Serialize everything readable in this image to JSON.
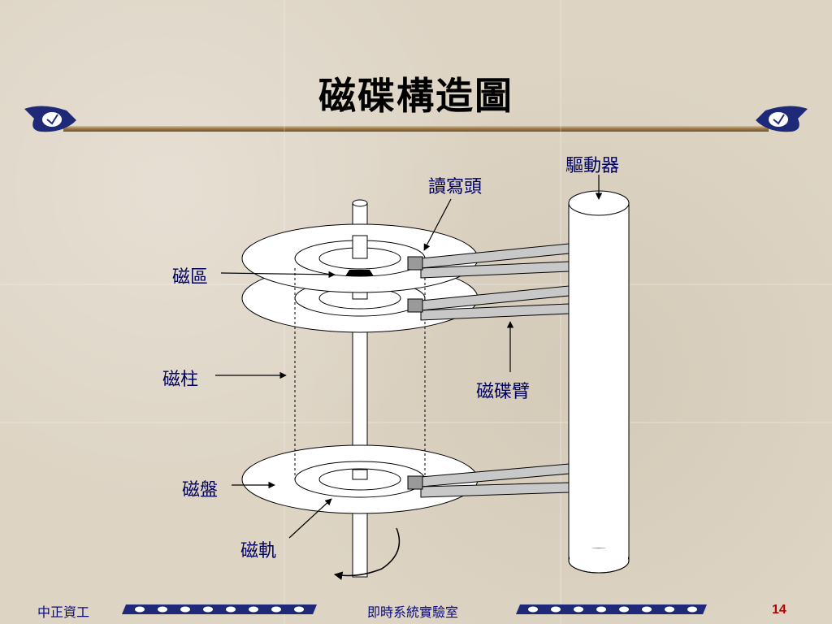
{
  "slide": {
    "title": "磁碟構造圖",
    "page_number": "14"
  },
  "diagram": {
    "labels": {
      "drive": "驅動器",
      "head": "讀寫頭",
      "sector": "磁區",
      "cylinder": "磁柱",
      "arm": "磁碟臂",
      "platter": "磁盤",
      "track": "磁軌"
    }
  },
  "footer": {
    "left_text": "中正資工",
    "center_text": "即時系統實驗室"
  },
  "colors": {
    "label_text": "#000060",
    "footer_text": "#0a0a80",
    "page_number": "#c00000",
    "title_bar": "#a8865a",
    "ornament": "#1e2a78"
  }
}
